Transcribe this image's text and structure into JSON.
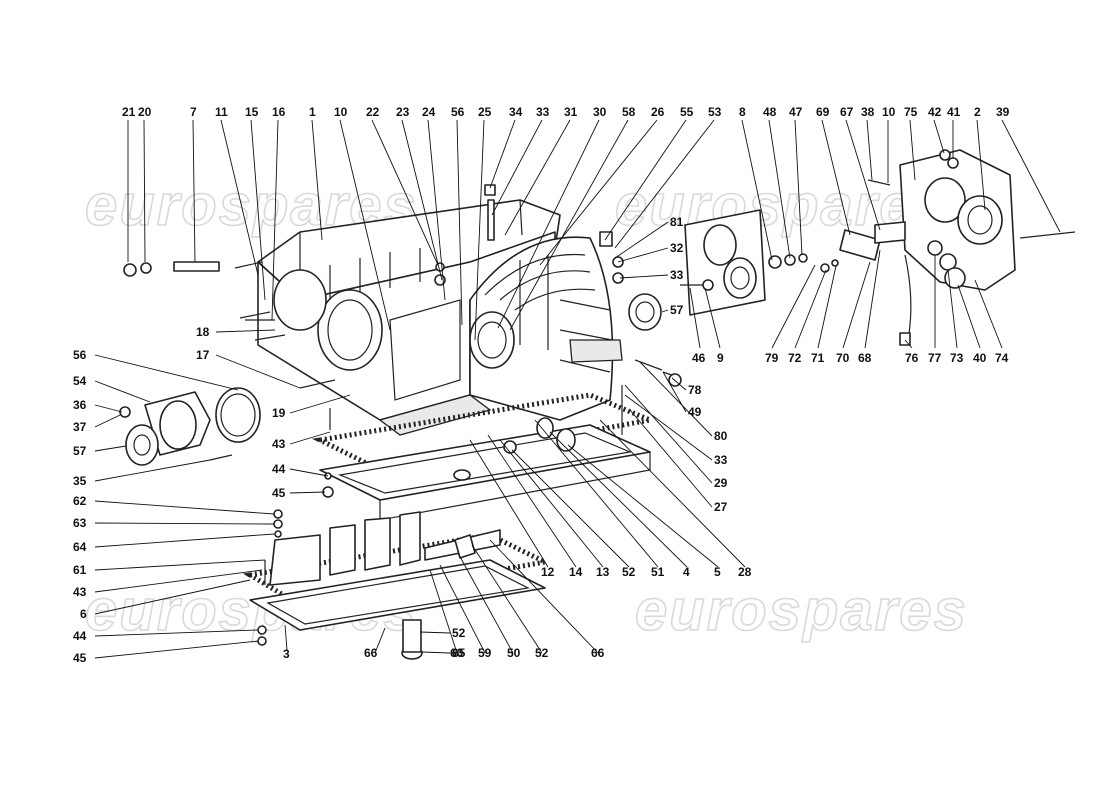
{
  "watermark": "eurospares",
  "callouts": [
    {
      "label": "21"
    },
    {
      "label": "20"
    },
    {
      "label": "7"
    },
    {
      "label": "11"
    },
    {
      "label": "15"
    },
    {
      "label": "16"
    },
    {
      "label": "1"
    },
    {
      "label": "10"
    },
    {
      "label": "22"
    },
    {
      "label": "23"
    },
    {
      "label": "24"
    },
    {
      "label": "56"
    },
    {
      "label": "25"
    },
    {
      "label": "34"
    },
    {
      "label": "33"
    },
    {
      "label": "31"
    },
    {
      "label": "30"
    },
    {
      "label": "58"
    },
    {
      "label": "26"
    },
    {
      "label": "55"
    },
    {
      "label": "53"
    },
    {
      "label": "8"
    },
    {
      "label": "48"
    },
    {
      "label": "47"
    },
    {
      "label": "69"
    },
    {
      "label": "67"
    },
    {
      "label": "38"
    },
    {
      "label": "10"
    },
    {
      "label": "75"
    },
    {
      "label": "42"
    },
    {
      "label": "41"
    },
    {
      "label": "2"
    },
    {
      "label": "39"
    },
    {
      "label": "81"
    },
    {
      "label": "32"
    },
    {
      "label": "33"
    },
    {
      "label": "57"
    },
    {
      "label": "46"
    },
    {
      "label": "9"
    },
    {
      "label": "79"
    },
    {
      "label": "72"
    },
    {
      "label": "71"
    },
    {
      "label": "70"
    },
    {
      "label": "68"
    },
    {
      "label": "76"
    },
    {
      "label": "77"
    },
    {
      "label": "73"
    },
    {
      "label": "40"
    },
    {
      "label": "74"
    },
    {
      "label": "78"
    },
    {
      "label": "49"
    },
    {
      "label": "80"
    },
    {
      "label": "33"
    },
    {
      "label": "29"
    },
    {
      "label": "27"
    },
    {
      "label": "18"
    },
    {
      "label": "17"
    },
    {
      "label": "19"
    },
    {
      "label": "43"
    },
    {
      "label": "44"
    },
    {
      "label": "45"
    },
    {
      "label": "56"
    },
    {
      "label": "54"
    },
    {
      "label": "36"
    },
    {
      "label": "37"
    },
    {
      "label": "57"
    },
    {
      "label": "35"
    },
    {
      "label": "62"
    },
    {
      "label": "63"
    },
    {
      "label": "64"
    },
    {
      "label": "61"
    },
    {
      "label": "43"
    },
    {
      "label": "6"
    },
    {
      "label": "44"
    },
    {
      "label": "45"
    },
    {
      "label": "3"
    },
    {
      "label": "12"
    },
    {
      "label": "14"
    },
    {
      "label": "13"
    },
    {
      "label": "52"
    },
    {
      "label": "51"
    },
    {
      "label": "4"
    },
    {
      "label": "5"
    },
    {
      "label": "28"
    },
    {
      "label": "52"
    },
    {
      "label": "65"
    },
    {
      "label": "66"
    },
    {
      "label": "60"
    },
    {
      "label": "59"
    },
    {
      "label": "50"
    },
    {
      "label": "52"
    },
    {
      "label": "66"
    }
  ]
}
